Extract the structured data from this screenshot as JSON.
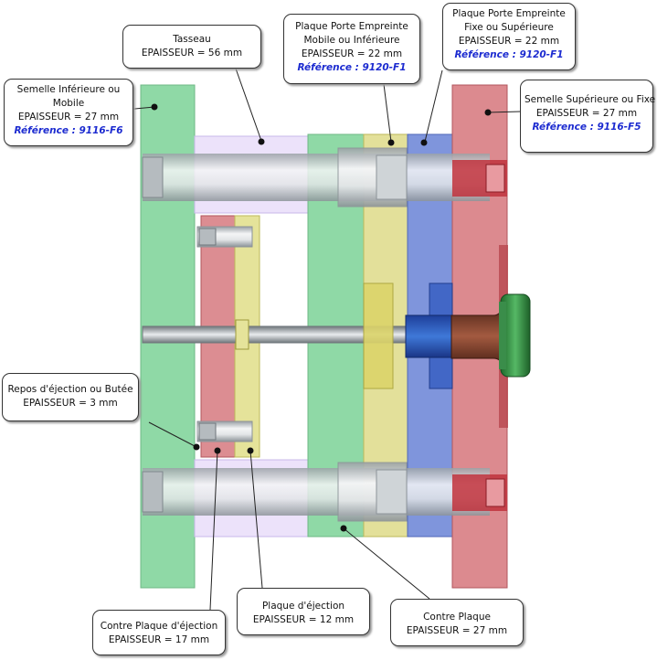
{
  "callouts": {
    "tasseau": {
      "title": "Tasseau",
      "epaisseur": "EPAISSEUR = 56 mm"
    },
    "porte_mobile": {
      "title1": "Plaque Porte Empreinte",
      "title2": "Mobile ou Inférieure",
      "epaisseur": "EPAISSEUR = 22 mm",
      "reference": "Référence : 9120-F1"
    },
    "porte_fixe": {
      "title1": "Plaque Porte Empreinte",
      "title2": "Fixe ou Supérieure",
      "epaisseur": "EPAISSEUR = 22 mm",
      "reference": "Référence : 9120-F1"
    },
    "semelle_inf": {
      "title1": "Semelle Inférieure ou",
      "title2": "Mobile",
      "epaisseur": "EPAISSEUR = 27 mm",
      "reference": "Référence : 9116-F6"
    },
    "semelle_sup": {
      "title": "Semelle Supérieure ou Fixe",
      "epaisseur": "EPAISSEUR = 27 mm",
      "reference": "Référence : 9116-F5"
    },
    "repos": {
      "title": "Repos d'éjection ou Butée",
      "epaisseur": "EPAISSEUR = 3 mm"
    },
    "contre_plaque_ejection": {
      "title": "Contre Plaque d'éjection",
      "epaisseur": "EPAISSEUR = 17 mm"
    },
    "plaque_ejection": {
      "title": "Plaque d'éjection",
      "epaisseur": "EPAISSEUR = 12 mm"
    },
    "contre_plaque": {
      "title": "Contre Plaque",
      "epaisseur": "EPAISSEUR = 27 mm"
    }
  },
  "colors": {
    "green": "#7fd39a",
    "lavender": "#e6daf7",
    "red": "#d97a7f",
    "yellow": "#dede8a",
    "blue": "#6f86d8",
    "steel": "#cfd3d6",
    "ring_green": "#2f8a3f",
    "guide_brown": "#7a3a2a",
    "ref_blue": "#1c2bd0"
  }
}
